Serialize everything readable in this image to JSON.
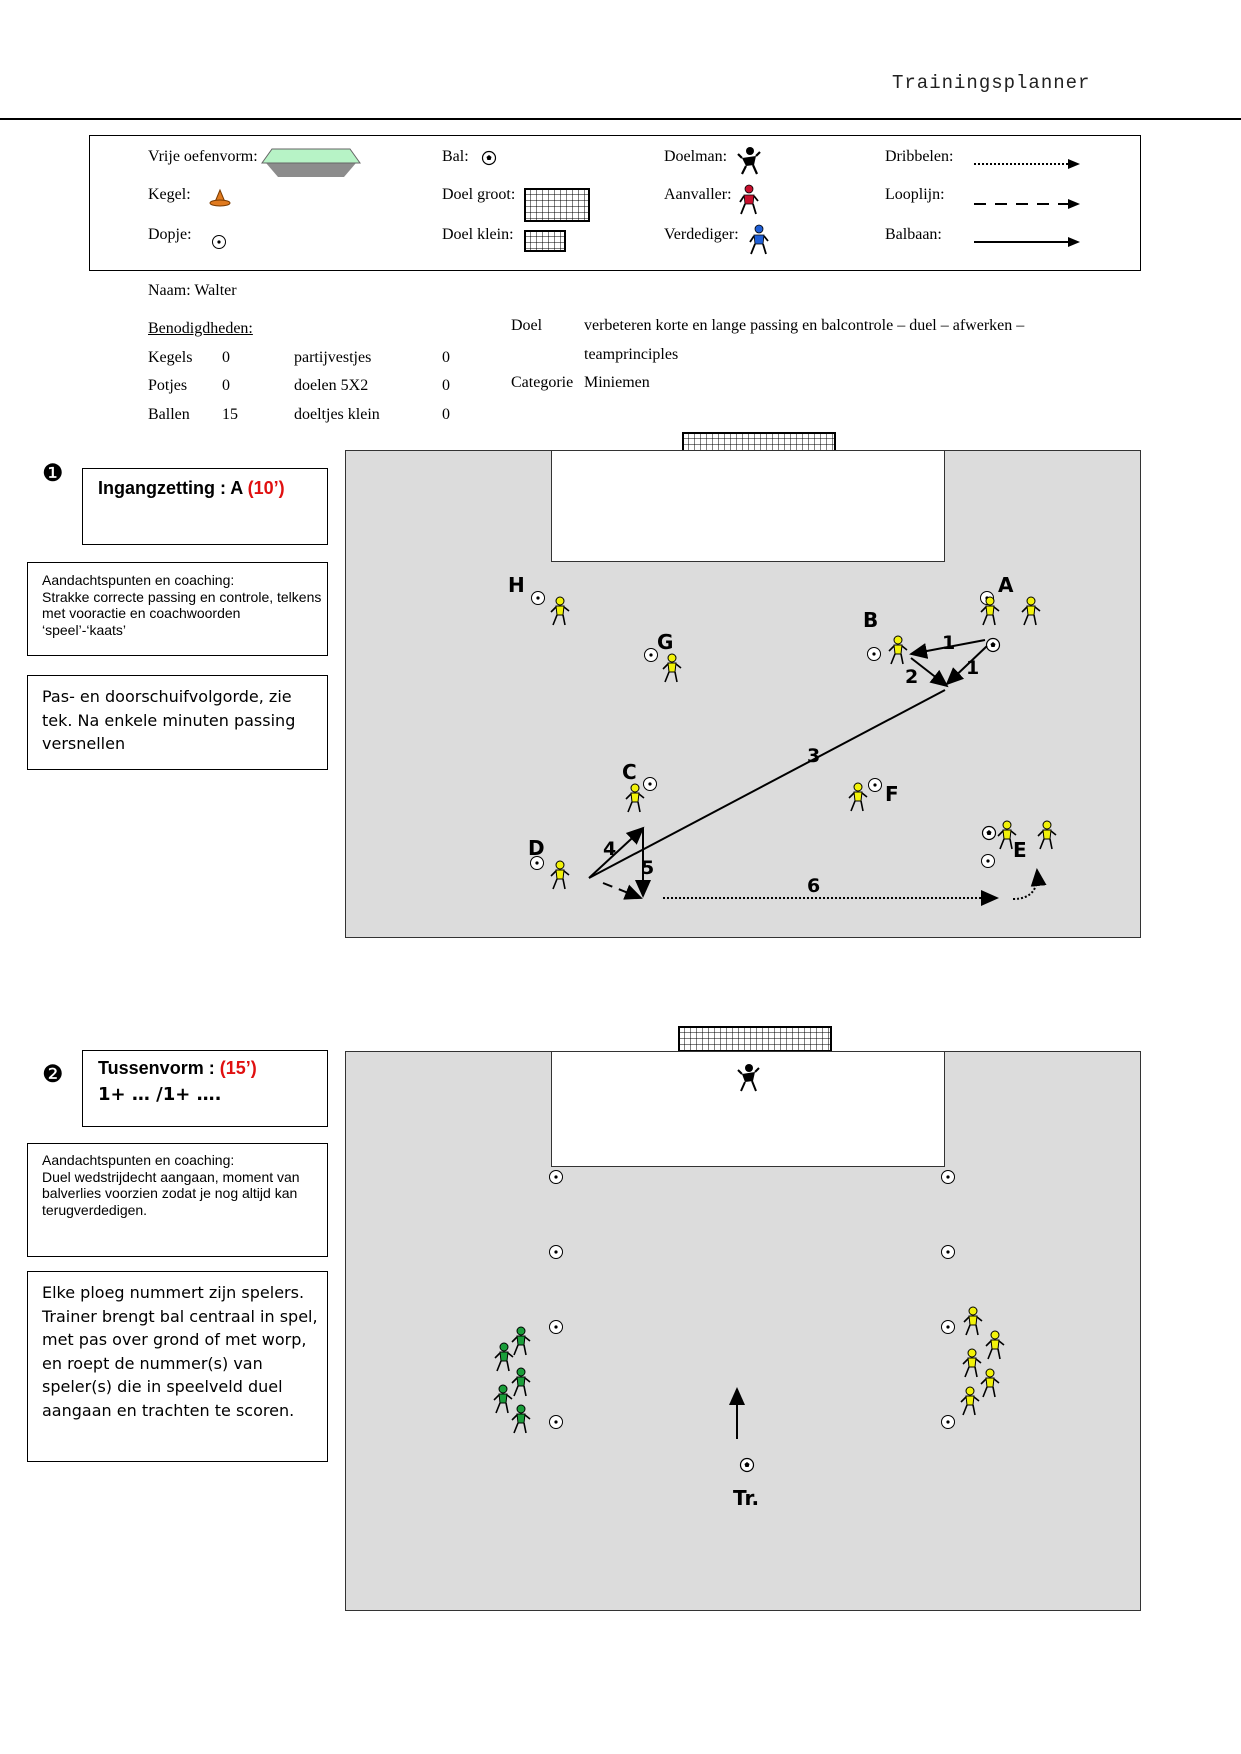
{
  "header": {
    "title": "Trainingsplanner"
  },
  "legend": {
    "vrije_oefenvorm": "Vrije oefenvorm:",
    "kegel": "Kegel:",
    "dopje": "Dopje:",
    "bal": "Bal:",
    "doel_groot": "Doel groot:",
    "doel_klein": "Doel klein:",
    "doelman": "Doelman:",
    "aanvaller": "Aanvaller:",
    "verdediger": "Verdediger:",
    "dribbelen": "Dribbelen:",
    "looplijn": "Looplijn:",
    "balbaan": "Balbaan:",
    "colors": {
      "field_top": "#b7f3c6",
      "field_shadow": "#8c8c8c",
      "cone": "#e07a1f",
      "attacker": "#c8102e",
      "defender": "#1f5fd6"
    }
  },
  "info": {
    "naam": "Naam: Walter",
    "benodigdheden_title": "Benodigdheden:",
    "items": [
      {
        "label": "Kegels",
        "count": "0",
        "label2": "partijvestjes",
        "count2": "0"
      },
      {
        "label": "Potjes",
        "count": "0",
        "label2": "doelen 5X2",
        "count2": "0"
      },
      {
        "label": "Ballen",
        "count": "15",
        "label2": "doeltjes klein",
        "count2": "0"
      }
    ],
    "doel_label": "Doel",
    "doel_text_1": "verbeteren korte en lange passing en balcontrole – duel – afwerken –",
    "doel_text_2": "teamprinciples",
    "categorie_label": "Categorie",
    "categorie_value": "Miniemen"
  },
  "section1": {
    "number": "❶",
    "title": "Ingangzetting : A ",
    "duration": "(10’)",
    "coaching_title": "Aandachtspunten en coaching:",
    "coaching_text": "Strakke correcte passing en controle, telkens met vooractie en coachwoorden ‘speel’-‘kaats’",
    "description": "Pas- en doorschuifvolgorde, zie tek. Na enkele minuten passing versnellen",
    "labels": {
      "H": "H",
      "G": "G",
      "A": "A",
      "B": "B",
      "C": "C",
      "D": "D",
      "E": "E",
      "F": "F"
    },
    "arrow_numbers": {
      "n1a": "1",
      "n1b": "1",
      "n2": "2",
      "n3": "3",
      "n4": "4",
      "n5": "5",
      "n6": "6"
    }
  },
  "section2": {
    "number": "❷",
    "title": "Tussenvorm : ",
    "duration": "(15’)",
    "subtitle": "1+ … /1+ ….",
    "coaching_title": "Aandachtspunten en coaching:",
    "coaching_text": "Duel wedstrijdecht aangaan, moment van balverlies voorzien zodat je nog altijd kan terugverdedigen.",
    "description": "Elke ploeg nummert zijn spelers. Trainer brengt bal centraal in spel, met pas over grond of met worp, en roept de nummer(s) van speler(s) die in speelveld duel aangaan en trachten te scoren.",
    "trainer_label": "Tr.",
    "colors": {
      "team_green": "#1a9e3a",
      "team_yellow": "#f2f20a",
      "field": "#dcdcdc"
    }
  }
}
